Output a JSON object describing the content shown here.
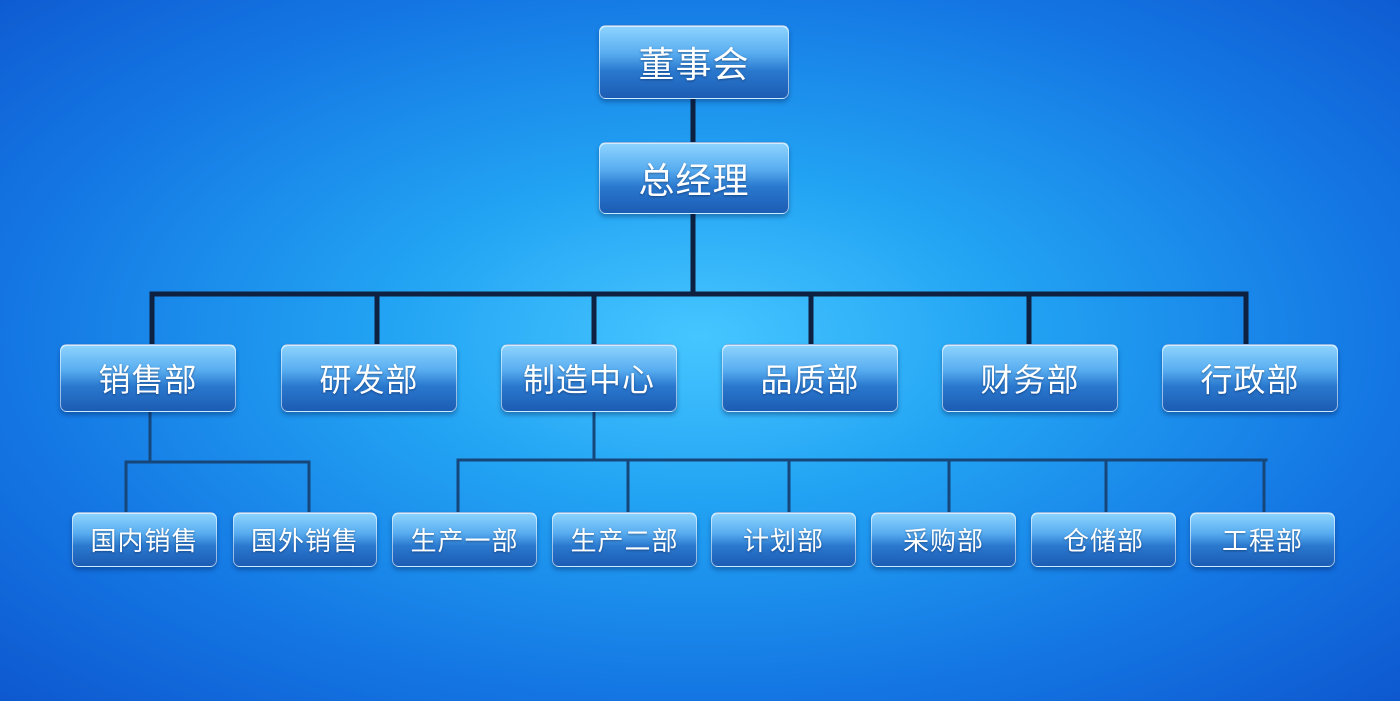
{
  "diagram": {
    "colors": {
      "connector": "#0f2140",
      "connector_light": "#16467a",
      "box_top": "#8ed4ff",
      "box_bottom": "#1c5cb4",
      "text": "#ffffff"
    },
    "top": [
      "董事会",
      "总经理"
    ],
    "departments": [
      {
        "label": "销售部",
        "children": [
          "国内销售",
          "国外销售"
        ]
      },
      {
        "label": "研发部",
        "children": []
      },
      {
        "label": "制造中心",
        "children": [
          "生产一部",
          "生产二部",
          "计划部",
          "采购部",
          "仓储部",
          "工程部"
        ]
      },
      {
        "label": "品质部",
        "children": []
      },
      {
        "label": "财务部",
        "children": []
      },
      {
        "label": "行政部",
        "children": []
      }
    ]
  }
}
